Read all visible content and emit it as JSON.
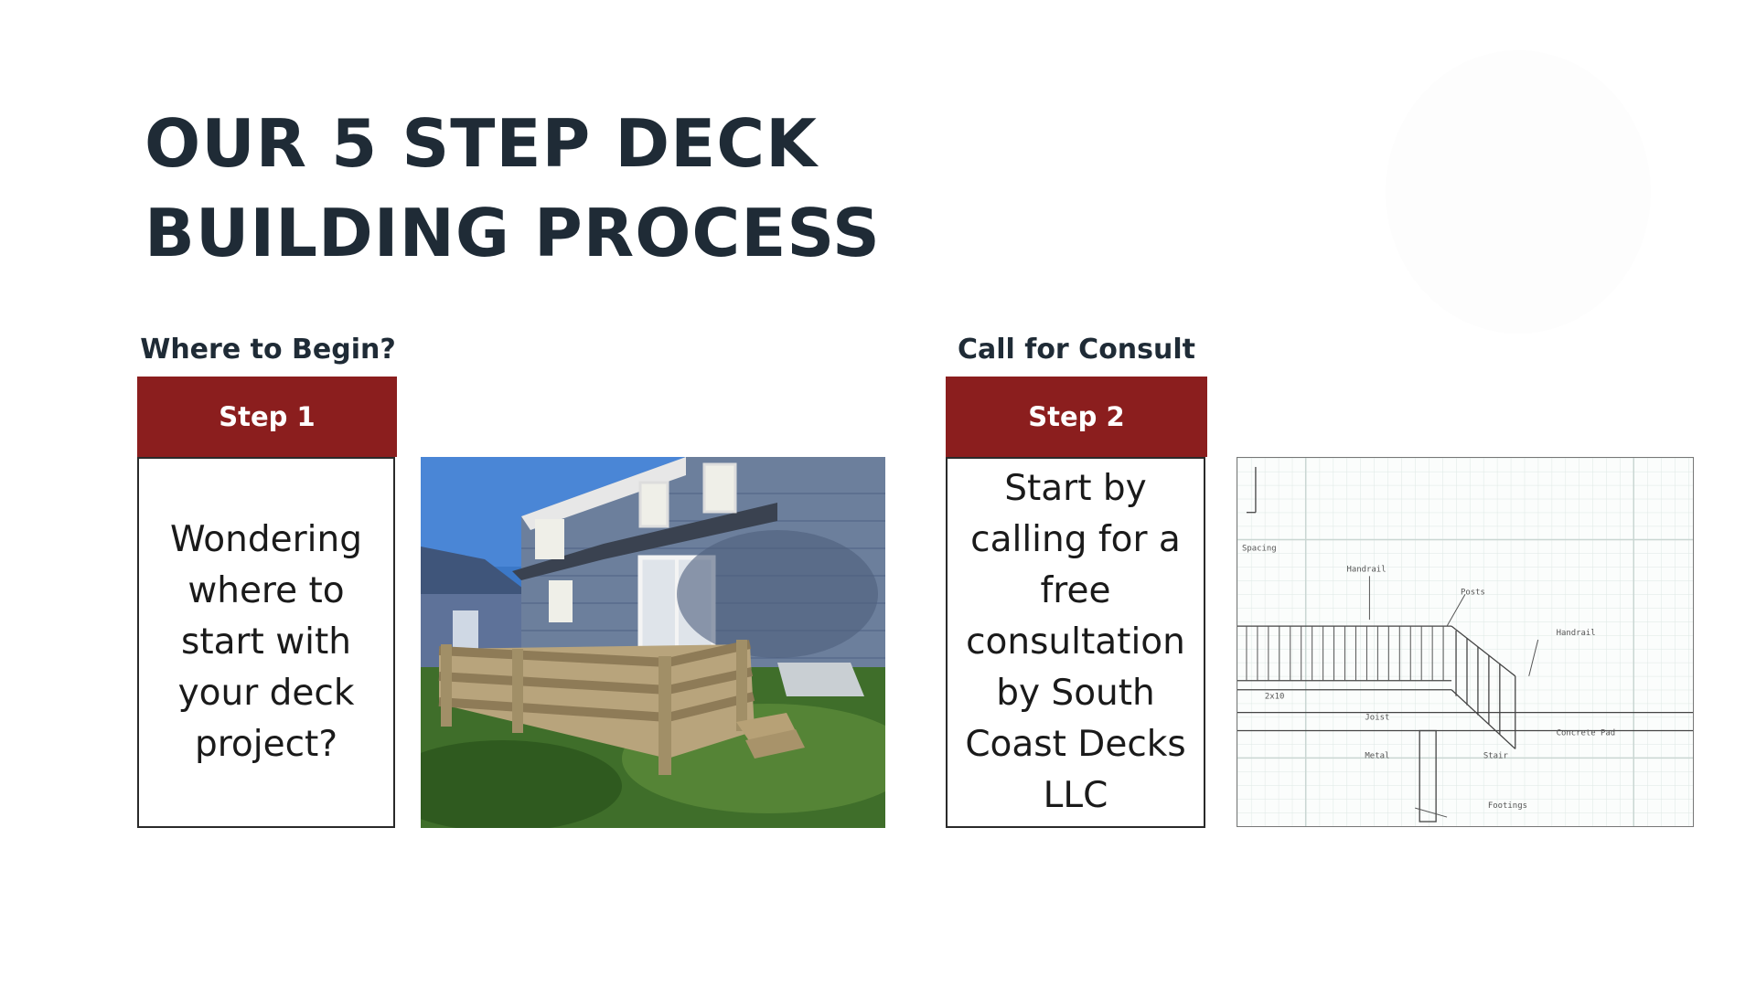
{
  "title": {
    "line1": "OUR 5 STEP DECK",
    "line2": "BUILDING PROCESS"
  },
  "steps": [
    {
      "heading": "Where to Begin?",
      "badge": "Step 1",
      "text": "Wondering where to start with your deck project?",
      "image_name": "deck-photo"
    },
    {
      "heading": "Call for Consult",
      "badge": "Step 2",
      "text": "Start by calling for a free consultation by South Coast Decks LLC",
      "image_name": "deck-plan-drawing"
    }
  ],
  "colors": {
    "title": "#1f2b36",
    "badge_bg": "#8b1e1e",
    "badge_text": "#ffffff"
  }
}
